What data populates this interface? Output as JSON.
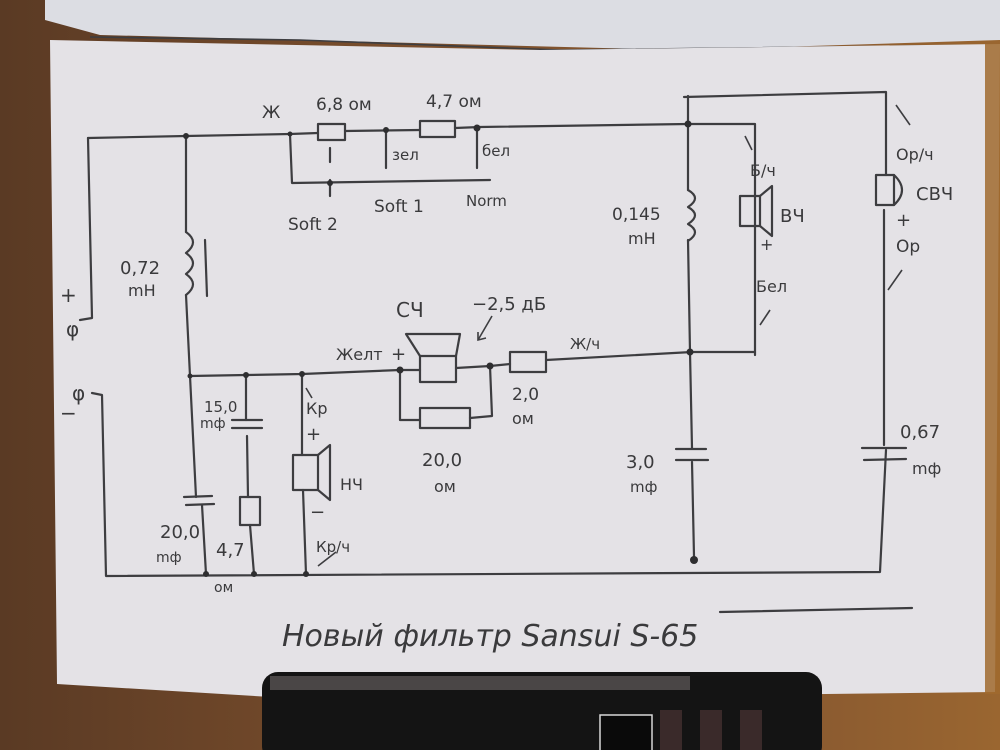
{
  "title": "Новый фильтр Sansui S-65",
  "colors": {
    "paper": "#e4e2e6",
    "ink": "#3a3a3c",
    "background": "#6e4628",
    "phone": "#141414"
  },
  "attenuator": {
    "wire_label": "Ж",
    "r1": "6,8 ом",
    "r2": "4,7 ом",
    "tap_green": "зел",
    "tap_white": "бел",
    "positions": [
      "Soft 2",
      "Soft 1",
      "Norm"
    ]
  },
  "input": {
    "plus": "+",
    "minus": "−",
    "terminal_plus": "φ",
    "terminal_minus": "φ"
  },
  "woofer_section": {
    "inductor_value": "0,72",
    "inductor_unit": "mH",
    "cap1_value": "15,0",
    "cap1_unit": "mф",
    "cap2_value": "20,0",
    "cap2_unit": "mф",
    "res_value": "4,7",
    "res_unit": "ом",
    "speaker_label": "НЧ",
    "wire_red": "Кр",
    "wire_red_black": "Кр/ч",
    "plus": "+",
    "minus": "−"
  },
  "mid_section": {
    "speaker_label": "СЧ",
    "attenuation": "−2,5 дБ",
    "wire_yellow": "Желт",
    "wire_yellow_black": "Ж/ч",
    "parallel_res_value": "20,0",
    "parallel_res_unit": "ом",
    "series_res_value": "2,0",
    "series_res_unit": "ом",
    "cap_value": "3,0",
    "cap_unit": "mф",
    "plus": "+"
  },
  "tweeter_section": {
    "inductor_value": "0,145",
    "inductor_unit": "mH",
    "speaker_label": "ВЧ",
    "wire_wb": "Б/ч",
    "wire_white": "Бел",
    "plus": "+"
  },
  "supertweeter_section": {
    "speaker_label": "СВЧ",
    "wire_ob": "Ор/ч",
    "wire_orange": "Ор",
    "cap_value": "0,67",
    "cap_unit": "mф",
    "plus": "+"
  }
}
